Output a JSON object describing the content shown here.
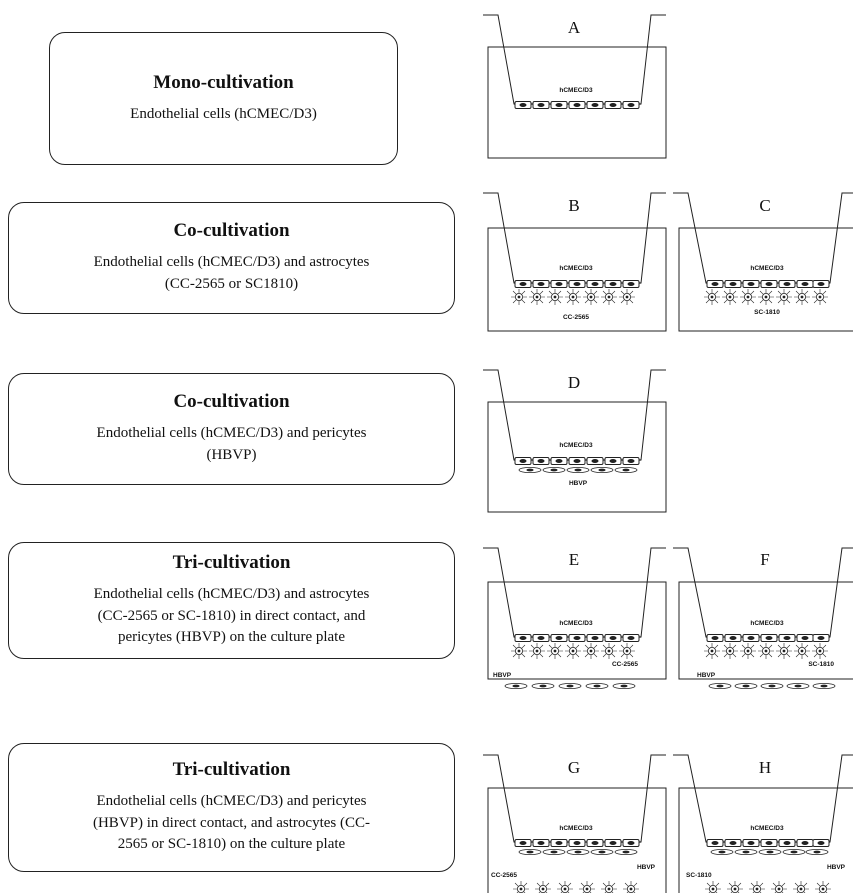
{
  "rows": [
    {
      "title": "Mono-cultivation",
      "description": "Endothelial cells (hCMEC/D3)"
    },
    {
      "title": "Co-cultivation",
      "description": "Endothelial cells (hCMEC/D3) and astrocytes\n(CC-2565 or SC1810)"
    },
    {
      "title": "Co-cultivation",
      "description": "Endothelial cells (hCMEC/D3) and pericytes\n(HBVP)"
    },
    {
      "title": "Tri-cultivation",
      "description": "Endothelial cells (hCMEC/D3) and astrocytes\n(CC-2565 or SC-1810) in direct contact, and\npericytes (HBVP) on the culture plate"
    },
    {
      "title": "Tri-cultivation",
      "description": "Endothelial cells (hCMEC/D3) and pericytes\n(HBVP) in direct contact, and astrocytes (CC-\n2565 or SC-1810) on the culture plate"
    }
  ],
  "panels": [
    {
      "letter": "A",
      "insert_label": "hCMEC/D3",
      "membrane_label": "",
      "plate_label": ""
    },
    {
      "letter": "B",
      "insert_label": "hCMEC/D3",
      "membrane_label": "CC-2565",
      "plate_label": ""
    },
    {
      "letter": "C",
      "insert_label": "hCMEC/D3",
      "membrane_label": "SC-1810",
      "plate_label": ""
    },
    {
      "letter": "D",
      "insert_label": "hCMEC/D3",
      "membrane_label": "HBVP",
      "plate_label": ""
    },
    {
      "letter": "E",
      "insert_label": "hCMEC/D3",
      "membrane_label": "CC-2565",
      "plate_label": "HBVP"
    },
    {
      "letter": "F",
      "insert_label": "hCMEC/D3",
      "membrane_label": "SC-1810",
      "plate_label": "HBVP"
    },
    {
      "letter": "G",
      "insert_label": "hCMEC/D3",
      "membrane_label": "HBVP",
      "plate_label": "CC-2565"
    },
    {
      "letter": "H",
      "insert_label": "hCMEC/D3",
      "membrane_label": "HBVP",
      "plate_label": "SC-1810"
    }
  ],
  "panel_contents": {
    "A": {
      "membrane": "none",
      "plate": "none"
    },
    "B": {
      "membrane": "astrocytes",
      "plate": "none"
    },
    "C": {
      "membrane": "astrocytes",
      "plate": "none"
    },
    "D": {
      "membrane": "pericytes",
      "plate": "none"
    },
    "E": {
      "membrane": "astrocytes",
      "plate": "pericytes"
    },
    "F": {
      "membrane": "astrocytes",
      "plate": "pericytes"
    },
    "G": {
      "membrane": "pericytes",
      "plate": "astrocytes"
    },
    "H": {
      "membrane": "pericytes",
      "plate": "astrocytes"
    }
  },
  "colors": {
    "line": "#222222",
    "fill": "#ffffff"
  }
}
